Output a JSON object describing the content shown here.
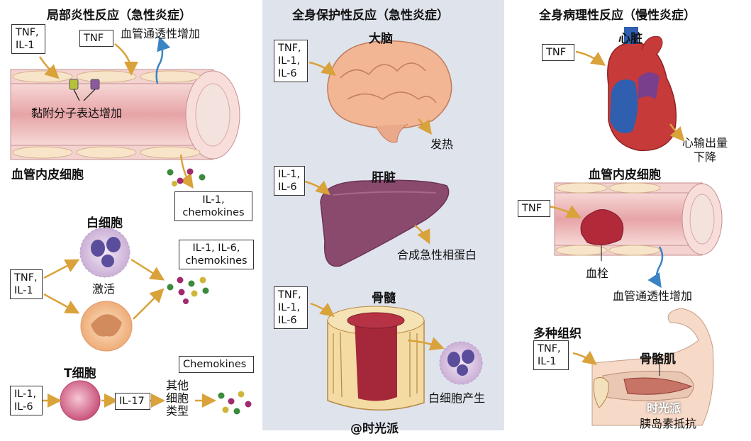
{
  "left": {
    "title": "局部炎性反应（急性炎症）",
    "vessel": {
      "tnf_box1": "TNF,\nIL-1",
      "tnf_box2": "TNF",
      "permeability": "血管通透性增加",
      "adhesion": "黏附分子表达增加",
      "endothelium": "血管内皮细胞",
      "secreted": "IL-1,\nchemokines"
    },
    "leukocyte": {
      "title": "白细胞",
      "input": "TNF,\nIL-1",
      "activated": "激活",
      "output": "IL-1, IL-6,\nchemokines"
    },
    "tcell": {
      "title": "T细胞",
      "input": "IL-1,\nIL-6",
      "il17": "IL-17",
      "other_cells": "其他\n细胞\n类型",
      "chemokines": "Chemokines"
    }
  },
  "middle": {
    "title": "全身保护性反应（急性炎症）",
    "brain": {
      "title": "大脑",
      "input": "TNF,\nIL-1,\nIL-6",
      "effect": "发热"
    },
    "liver": {
      "title": "肝脏",
      "input": "IL-1,\nIL-6",
      "effect": "合成急性相蛋白"
    },
    "marrow": {
      "title": "骨髓",
      "input": "TNF,\nIL-1,\nIL-6",
      "effect": "白细胞产生"
    },
    "watermark": "@时光派"
  },
  "right": {
    "title": "全身病理性反应（慢性炎症）",
    "heart": {
      "title": "心脏",
      "input": "TNF",
      "effect": "心输出量\n下降"
    },
    "vessel": {
      "title": "血管内皮细胞",
      "input": "TNF",
      "thrombus": "血栓",
      "permeability": "血管通透性增加"
    },
    "tissue": {
      "title": "多种组织",
      "input": "TNF,\nIL-1",
      "muscle": "骨骼肌",
      "effect": "胰岛素抵抗"
    },
    "brand": "时光派"
  },
  "colors": {
    "arrow": "#d9a23a",
    "vessel_wall": "#f1c9c9",
    "vessel_lumen": "#e8a3a6",
    "blue_arrow": "#3b84c4",
    "panel_bg": "#dfe3ec"
  }
}
